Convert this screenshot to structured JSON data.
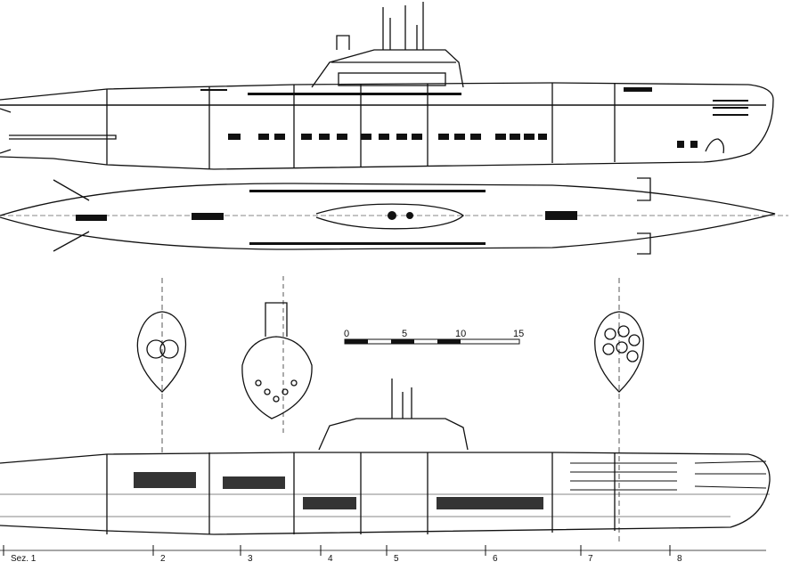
{
  "scale_bar": {
    "labels": [
      "0",
      "5",
      "10",
      "15"
    ],
    "ticks": [
      0,
      5,
      10,
      15
    ]
  },
  "sections": [
    {
      "label": "Sez. 1"
    },
    {
      "label": "2"
    },
    {
      "label": "3"
    },
    {
      "label": "4"
    },
    {
      "label": "5"
    },
    {
      "label": "6"
    },
    {
      "label": "7"
    },
    {
      "label": "8"
    }
  ],
  "colors": {
    "ink": "#111111",
    "paper": "#ffffff"
  }
}
